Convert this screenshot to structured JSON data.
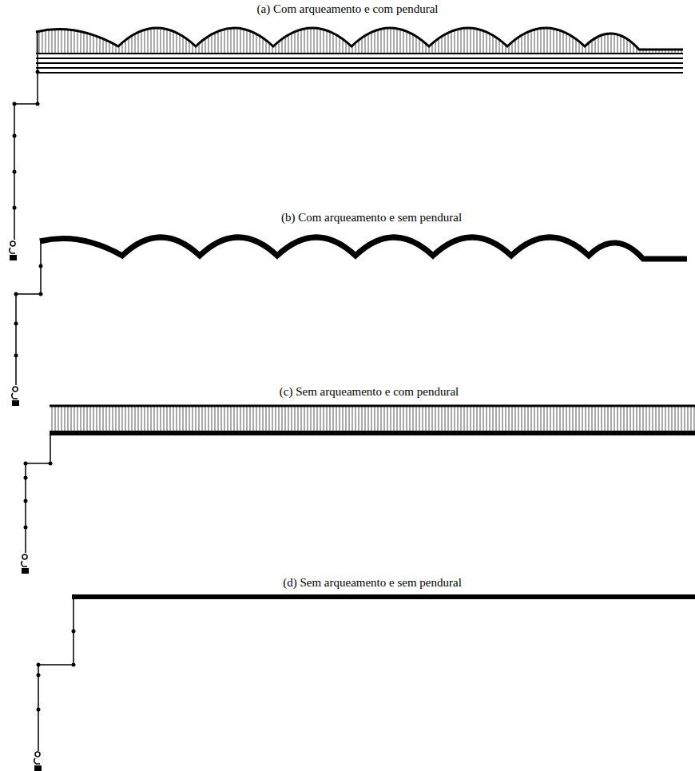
{
  "diagram": {
    "labels": [
      "(a) Com arqueamento e com pendural",
      "(b) Com arqueamento e sem pendural",
      "(c) Sem arqueamento e com pendural",
      "(d) Sem arqueamento e sem pendural"
    ]
  }
}
